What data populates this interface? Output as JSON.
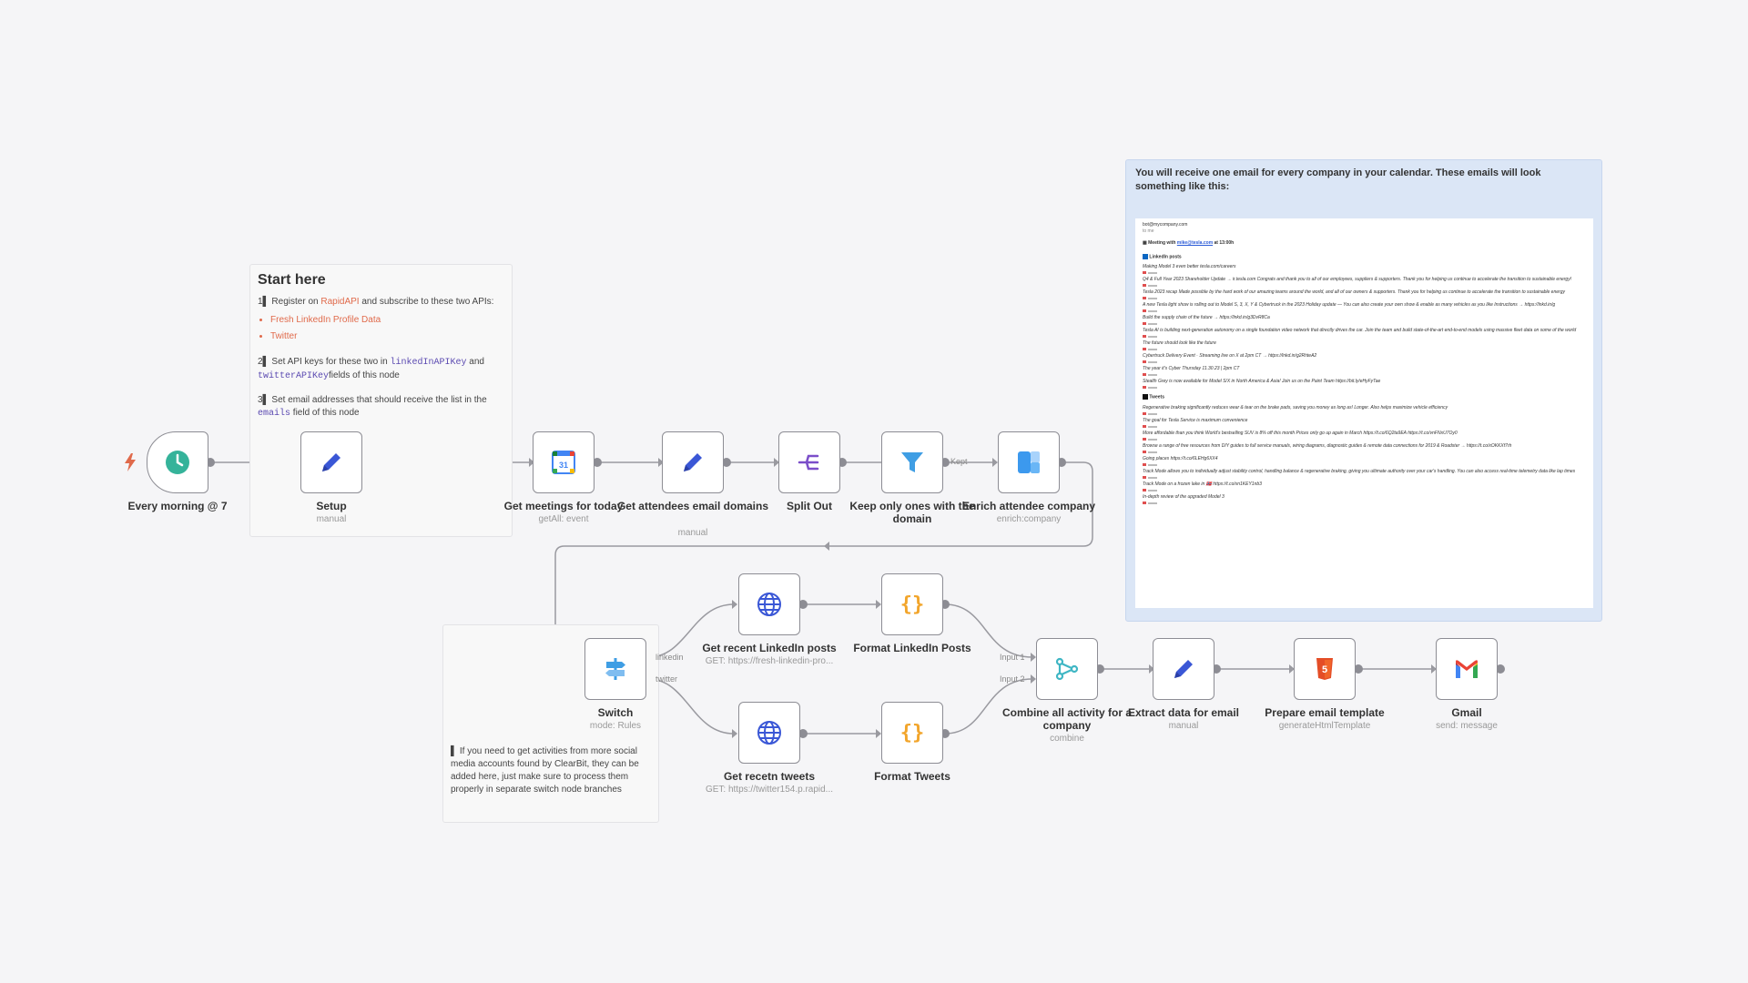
{
  "nodes": {
    "trigger": {
      "label": "Every morning @ 7",
      "icon": "clock-icon"
    },
    "setup": {
      "label": "Setup",
      "sub": "manual",
      "icon": "pencil-icon"
    },
    "get_meetings": {
      "label": "Get meetings for today",
      "sub": "getAll: event",
      "icon": "google-calendar-icon"
    },
    "get_attendees": {
      "label": "Get attendees email domains",
      "sub": "manual",
      "icon": "pencil-icon"
    },
    "split_out": {
      "label": "Split Out",
      "icon": "split-out-icon"
    },
    "filter": {
      "label": "Keep only ones with the domain",
      "icon": "filter-icon"
    },
    "enrich": {
      "label": "Enrich attendee company",
      "sub": "enrich:company",
      "icon": "clearbit-icon"
    },
    "switch": {
      "label": "Switch",
      "sub": "mode: Rules",
      "icon": "switch-icon"
    },
    "linkedin_posts": {
      "label": "Get recent LinkedIn posts",
      "sub": "GET: https://fresh-linkedin-pro...",
      "icon": "globe-icon"
    },
    "tweets": {
      "label": "Get recetn tweets",
      "sub": "GET: https://twitter154.p.rapid...",
      "icon": "globe-icon"
    },
    "format_linkedin": {
      "label": "Format LinkedIn Posts",
      "icon": "code-braces-icon"
    },
    "format_tweets": {
      "label": "Format Tweets",
      "icon": "code-braces-icon"
    },
    "combine": {
      "label": "Combine all activity for a company",
      "sub": "combine",
      "icon": "merge-icon"
    },
    "extract": {
      "label": "Extract data for email",
      "sub": "manual",
      "icon": "pencil-icon"
    },
    "prepare": {
      "label": "Prepare email template",
      "sub": "generateHtmlTemplate",
      "icon": "html5-icon"
    },
    "gmail": {
      "label": "Gmail",
      "sub": "send: message",
      "icon": "gmail-icon"
    }
  },
  "wire_labels": {
    "kept": "Kept",
    "linkedin": "linkedin",
    "twitter": "twitter",
    "input1": "Input 1",
    "input2": "Input 2"
  },
  "sticky_start": {
    "title": "Start here",
    "step1_prefix": "1▌ Register on ",
    "step1_link": "RapidAPI",
    "step1_suffix": " and subscribe to these two APIs:",
    "bullet1": "Fresh LinkedIn Profile Data",
    "bullet2": "Twitter",
    "step2_prefix": "2▌ Set API keys for these two in ",
    "step2_code1": "linkedInAPIKey",
    "step2_mid": " and",
    "step2_code2": "twitterAPIKey",
    "step2_suffix": "fields of this node",
    "step3_prefix": "3▌ Set email addresses that should receive the list in the",
    "step3_code": "emails",
    "step3_suffix": " field of this node"
  },
  "sticky_switch": {
    "text": "▌ If you need to get activities from more social media accounts found by ClearBit, they can be added here, just make sure to process them properly in separate switch node branches"
  },
  "sticky_email": {
    "title": "You will receive one email for every company in your calendar. These emails will look something like this:",
    "preview": {
      "from": "bot@mycompany.com",
      "to": "to me",
      "meeting_prefix": "Meeting with ",
      "meeting_email": "mike@tesla.com",
      "meeting_suffix": " at 13:00h",
      "linkedin_heading": "LinkedIn posts",
      "linkedin_posts": [
        "Making Model 3 even better tesla.com/careers",
        "Q4 & Full Year 2023 Shareholder Update → ir.tesla.com   Congrats and thank you to all of our employees, suppliers & supporters. Thank you for helping us continue to accelerate the transition to sustainable energy!",
        "Tesla 2023 recap Made possible by the hard work of our amazing teams around the world, and all of our owners & supporters. Thank you for helping us continue to accelerate the transition to sustainable energy",
        "A new Tesla light show is rolling out to Model S, 3, X, Y & Cybertruck in the 2023 Holiday update — You can also create your own show & enable as many vehicles as you like Instructions → https://lnkd.in/g",
        "Build the supply chain of the future → https://lnkd.in/g3DvR8Ca",
        "Tesla AI is building next-generation autonomy on a single foundation video network that directly drives the car. Join the team and build state-of-the-art end-to-end models using massive fleet data on some of the world",
        "The future should look like the future",
        "Cybertruck Delivery Event · Streaming live on X at 2pm CT → https://lnkd.in/g2RhteA2",
        "The year it's Cyber Thursday 11.30.23 | 2pm CT",
        "Stealth Grey is now available for Model S/X in North America & Asia! Join us on the Paint Team https://bit.ly/eHyFyTae"
      ],
      "tweets_heading": "Tweets",
      "tweets": [
        "Regenerative braking significantly reduces wear & tear on the brake pads, saving you money as long as! Longer. Also helps maximize vehicle efficiency",
        "The goal for Tesla Service is maximum convenience",
        "More affordable than you think World's bestselling SUV is 8% off this month Prices only go up again in March https://t.co/6Q2ta9EA https://t.co/vnFNxU7Oy0",
        "Browse a range of free resources from DIY guides to full service manuals, wiring diagrams, diagnostic guides & remote data connections for 2019 & Roadster → https://t.co/xOKKXf7rh",
        "Going places https://t.co/6LEHg6XX4",
        "Track Mode allows you to individually adjust stability control, handling balance & regenerative braking, giving you ultimate authority over your car's handling. You can also access real-time telemetry data like lap times",
        "Track Mode on a frozen lake in 🇳🇴 https://t.co/xn1KEY1nb3",
        "In-depth review of the upgraded Model 3"
      ]
    }
  },
  "colors": {
    "wire": "#8d8d94",
    "node_border": "#8d8d94",
    "accent_orange": "#e06a4b",
    "sticky_blue": "#dbe6f6"
  }
}
